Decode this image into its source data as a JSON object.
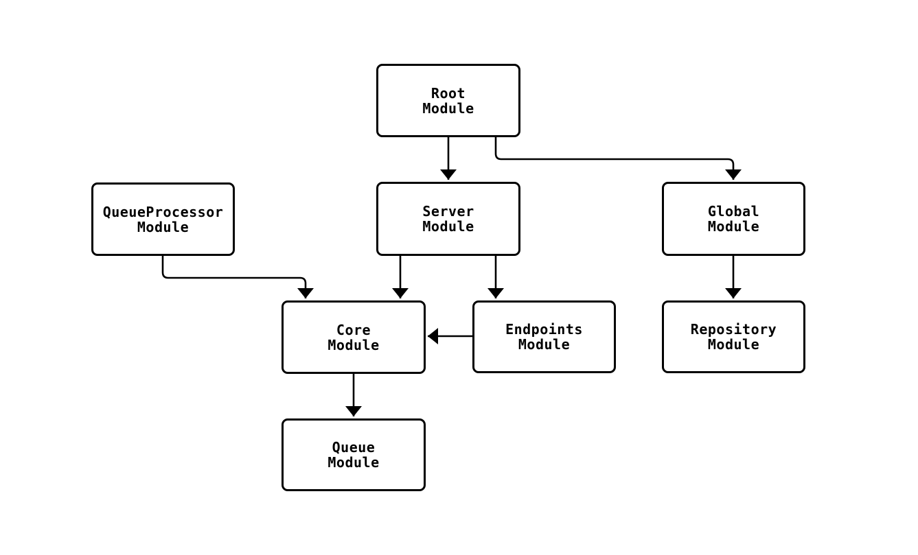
{
  "diagram": {
    "background_color": "#ffffff",
    "stroke_color": "#000000",
    "node_fill_color": "#ffffff",
    "text_color": "#000000",
    "nodes": {
      "root": {
        "line1": "Root",
        "line2": "Module"
      },
      "queue_processor": {
        "line1": "QueueProcessor",
        "line2": "Module"
      },
      "server": {
        "line1": "Server",
        "line2": "Module"
      },
      "global": {
        "line1": "Global",
        "line2": "Module"
      },
      "core": {
        "line1": "Core",
        "line2": "Module"
      },
      "endpoints": {
        "line1": "Endpoints",
        "line2": "Module"
      },
      "repository": {
        "line1": "Repository",
        "line2": "Module"
      },
      "queue": {
        "line1": "Queue",
        "line2": "Module"
      }
    },
    "edges": [
      {
        "from": "Root Module",
        "to": "Server Module"
      },
      {
        "from": "Root Module",
        "to": "Global Module"
      },
      {
        "from": "QueueProcessor Module",
        "to": "Core Module"
      },
      {
        "from": "Server Module",
        "to": "Core Module"
      },
      {
        "from": "Server Module",
        "to": "Endpoints Module"
      },
      {
        "from": "Endpoints Module",
        "to": "Core Module"
      },
      {
        "from": "Global Module",
        "to": "Repository Module"
      },
      {
        "from": "Core Module",
        "to": "Queue Module"
      }
    ]
  }
}
